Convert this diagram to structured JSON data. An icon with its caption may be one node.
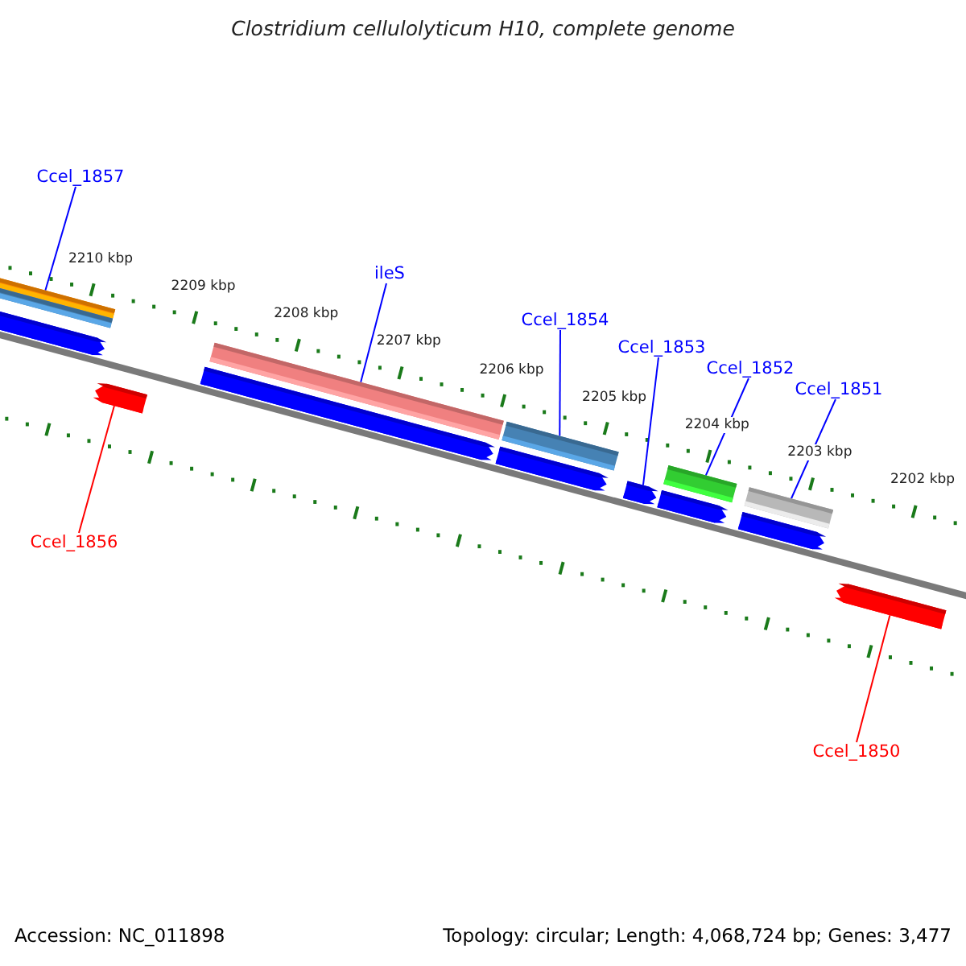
{
  "diagram": {
    "title": "Clostridium cellulolyticum H10, complete genome",
    "nodes": [
      {
        "text": [
          "Ccel_1857"
        ]
      },
      {
        "text": [
          "ileS"
        ]
      },
      {
        "text": [
          "Ccel_1854"
        ]
      },
      {
        "text": [
          "Ccel_1853"
        ]
      },
      {
        "text": [
          "Ccel_1852"
        ]
      },
      {
        "text": [
          "Ccel_1851"
        ]
      },
      {
        "text": [
          "Ccel_1856"
        ]
      },
      {
        "text": [
          "Ccel_1850"
        ]
      },
      {
        "text": [],
        "shape": "bar"
      },
      {
        "text": [],
        "shape": "bar"
      },
      {
        "text": [],
        "shape": "pentagon"
      },
      {
        "text": [],
        "shape": "pentagon"
      },
      {
        "text": [],
        "shape": "bar"
      },
      {
        "text": [],
        "shape": "pentagon"
      },
      {
        "text": [],
        "shape": "bar"
      },
      {
        "text": [],
        "shape": "pentagon"
      },
      {
        "text": [],
        "shape": "pentagon"
      },
      {
        "text": [],
        "shape": "bar"
      },
      {
        "text": [],
        "shape": "pentagon"
      },
      {
        "text": [],
        "shape": "bar"
      },
      {
        "text": [],
        "shape": "pentagon"
      },
      {
        "text": [],
        "shape": "pentagon"
      }
    ],
    "edges": [
      {
        "from": 0,
        "to": 8,
        "arrow": "none"
      },
      {
        "from": 1,
        "to": 12,
        "arrow": "none"
      },
      {
        "from": 2,
        "to": 14,
        "arrow": "none"
      },
      {
        "from": 3,
        "to": 16,
        "arrow": "none"
      },
      {
        "from": 4,
        "to": 17,
        "arrow": "none"
      },
      {
        "from": 5,
        "to": 19,
        "arrow": "none"
      },
      {
        "from": 6,
        "to": 11,
        "arrow": "none",
        "color": "#ff0000"
      },
      {
        "from": 7,
        "to": 21,
        "arrow": "none",
        "color": "#ff0000"
      }
    ],
    "labels": [
      "2210 kbp",
      "2209 kbp",
      "2208 kbp",
      "2207 kbp",
      "2206 kbp",
      "2205 kbp",
      "2204 kbp",
      "2203 kbp",
      "2202 kbp",
      "Accession: NC_011898",
      "Topology: circular; Length: 4,068,724 bp; Genes: 3,477"
    ]
  }
}
